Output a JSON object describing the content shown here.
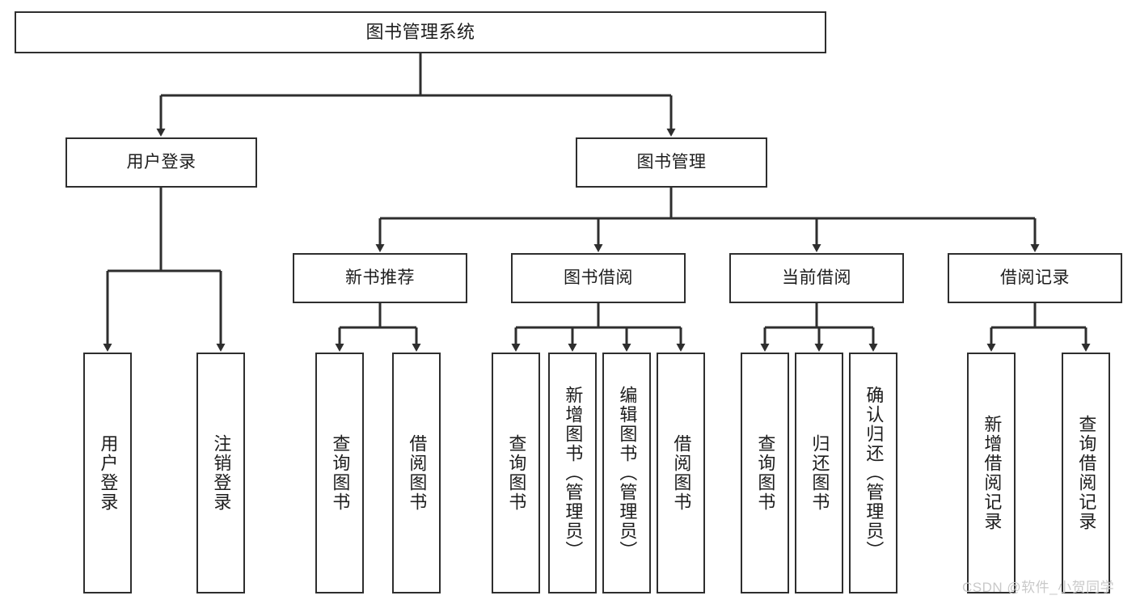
{
  "diagram": {
    "kind": "tree-structure-chart",
    "title": "图书管理系统",
    "colors": {
      "box_border": "#2e2e2e",
      "box_fill": "#ffffff",
      "connector": "#2e2e2e",
      "text": "#1d1d1d",
      "watermark": "#c9c9c9",
      "background": "#ffffff"
    },
    "nodes": {
      "root": {
        "label": "图书管理系统"
      },
      "level2": [
        {
          "label": "用户登录"
        },
        {
          "label": "图书管理"
        }
      ],
      "level3": [
        {
          "label": "新书推荐"
        },
        {
          "label": "图书借阅"
        },
        {
          "label": "当前借阅"
        },
        {
          "label": "借阅记录"
        }
      ],
      "leaves": {
        "user_login": [
          {
            "label": "用户登录"
          },
          {
            "label": "注销登录"
          }
        ],
        "new_book_recommend": [
          {
            "label": "查询图书"
          },
          {
            "label": "借阅图书"
          }
        ],
        "book_borrow": [
          {
            "label": "查询图书"
          },
          {
            "label": "新增图书（管理员）"
          },
          {
            "label": "编辑图书（管理员）"
          },
          {
            "label": "借阅图书"
          }
        ],
        "current_borrow": [
          {
            "label": "查询图书"
          },
          {
            "label": "归还图书"
          },
          {
            "label": "确认归还（管理员）"
          }
        ],
        "borrow_record": [
          {
            "label": "新增借阅记录"
          },
          {
            "label": "查询借阅记录"
          }
        ]
      }
    },
    "watermark": "CSDN @软件_小贺同学"
  }
}
